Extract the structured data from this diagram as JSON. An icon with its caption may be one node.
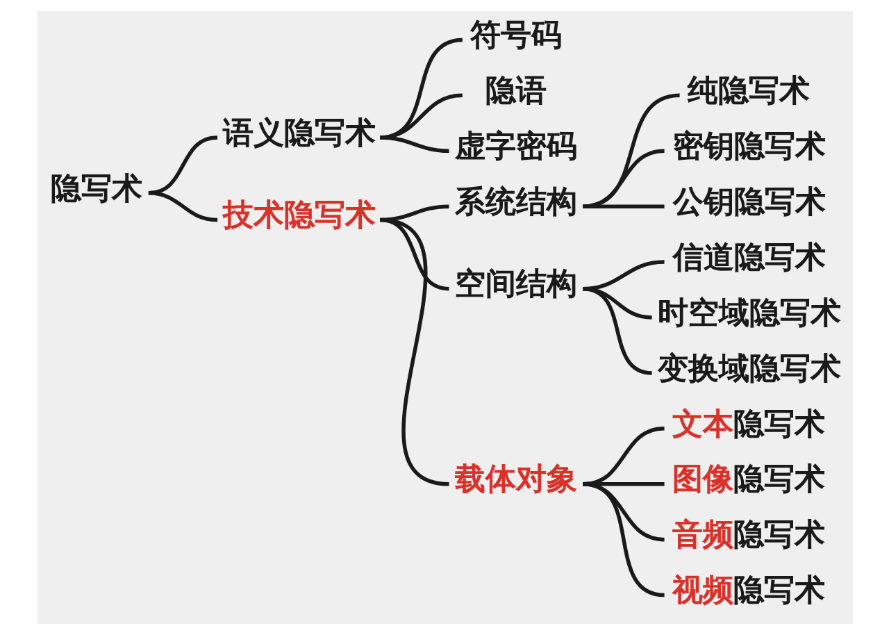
{
  "diagram": {
    "nodes": [
      {
        "text": [
          "隐写术"
        ]
      },
      {
        "text": [
          "语义隐写术"
        ]
      },
      {
        "text": [
          "符号码"
        ]
      },
      {
        "text": [
          "隐语"
        ]
      },
      {
        "text": [
          "虚字密码"
        ]
      },
      {
        "text": [
          "技术隐写术"
        ]
      },
      {
        "text": [
          "系统结构"
        ]
      },
      {
        "text": [
          "纯隐写术"
        ]
      },
      {
        "text": [
          "密钥隐写术"
        ]
      },
      {
        "text": [
          "公钥隐写术"
        ]
      },
      {
        "text": [
          "空间结构"
        ]
      },
      {
        "text": [
          "信道隐写术"
        ]
      },
      {
        "text": [
          "时空域隐写术"
        ]
      },
      {
        "text": [
          "变换域隐写术"
        ]
      },
      {
        "text": [
          "载体对象"
        ]
      },
      {
        "text": [
          "**文本**隐写术"
        ]
      },
      {
        "text": [
          "**图像**隐写术"
        ]
      },
      {
        "text": [
          "**音频**隐写术"
        ]
      },
      {
        "text": [
          "**视频**隐写术"
        ]
      }
    ],
    "edges": [
      {
        "from": 0,
        "to": 1,
        "arrow": "none"
      },
      {
        "from": 0,
        "to": 5,
        "arrow": "none"
      },
      {
        "from": 1,
        "to": 2,
        "arrow": "none"
      },
      {
        "from": 1,
        "to": 3,
        "arrow": "none"
      },
      {
        "from": 1,
        "to": 4,
        "arrow": "none"
      },
      {
        "from": 5,
        "to": 6,
        "arrow": "none"
      },
      {
        "from": 5,
        "to": 10,
        "arrow": "none"
      },
      {
        "from": 5,
        "to": 14,
        "arrow": "none"
      },
      {
        "from": 6,
        "to": 7,
        "arrow": "none"
      },
      {
        "from": 6,
        "to": 8,
        "arrow": "none"
      },
      {
        "from": 6,
        "to": 9,
        "arrow": "none"
      },
      {
        "from": 10,
        "to": 11,
        "arrow": "none"
      },
      {
        "from": 10,
        "to": 12,
        "arrow": "none"
      },
      {
        "from": 10,
        "to": 13,
        "arrow": "none"
      },
      {
        "from": 14,
        "to": 15,
        "arrow": "none"
      },
      {
        "from": 14,
        "to": 16,
        "arrow": "none"
      },
      {
        "from": 14,
        "to": 17,
        "arrow": "none"
      },
      {
        "from": 14,
        "to": 18,
        "arrow": "none"
      }
    ]
  }
}
